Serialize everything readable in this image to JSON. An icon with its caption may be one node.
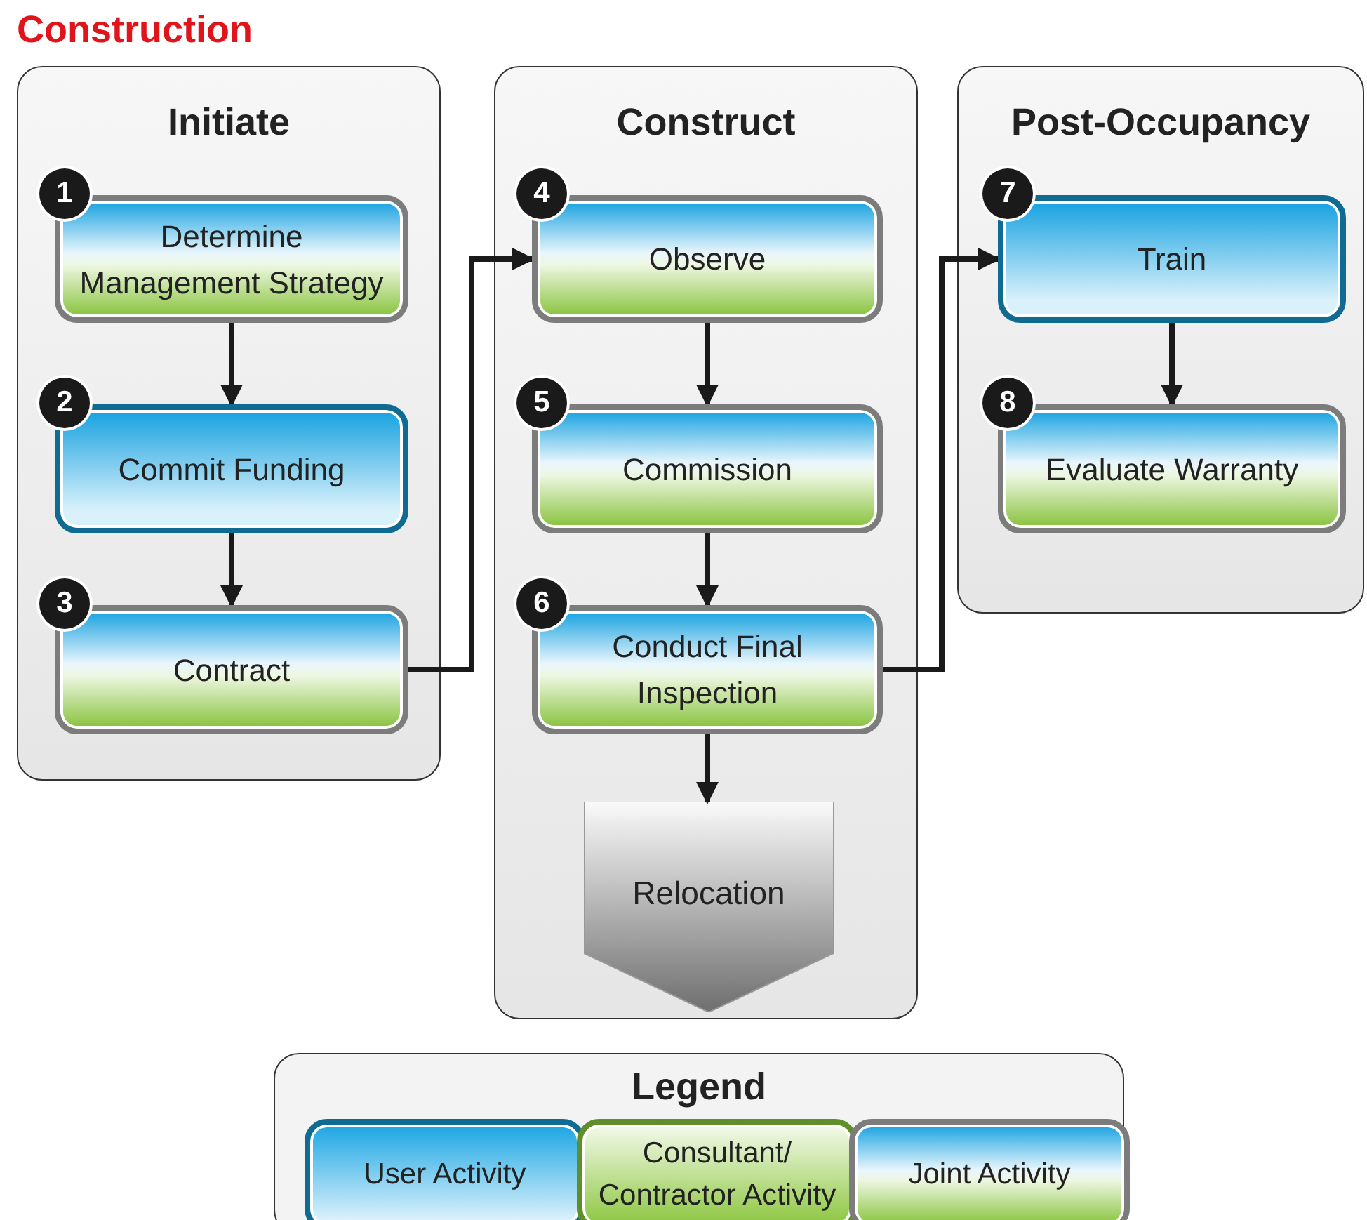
{
  "diagram": {
    "title": "Construction",
    "nodes": [
      {
        "text": [
          "Initiate"
        ]
      },
      {
        "text": [
          "1",
          "Determine Management Strategy"
        ],
        "in": 0
      },
      {
        "text": [
          "2",
          "Commit Funding"
        ],
        "in": 0
      },
      {
        "text": [
          "3",
          "Contract"
        ],
        "in": 0
      },
      {
        "text": [
          "Construct"
        ]
      },
      {
        "text": [
          "4",
          "Observe"
        ],
        "in": 4
      },
      {
        "text": [
          "5",
          "Commission"
        ],
        "in": 4
      },
      {
        "text": [
          "6",
          "Conduct Final Inspection"
        ],
        "in": 4
      },
      {
        "text": [
          "Relocation"
        ],
        "in": 4
      },
      {
        "text": [
          "Post-Occupancy"
        ]
      },
      {
        "text": [
          "7",
          "Train"
        ],
        "in": 9
      },
      {
        "text": [
          "8",
          "Evaluate Warranty"
        ],
        "in": 9
      }
    ],
    "edges": [
      {
        "from": 1,
        "to": 2,
        "arrow": "to"
      },
      {
        "from": 2,
        "to": 3,
        "arrow": "to"
      },
      {
        "from": 3,
        "to": 5,
        "arrow": "to"
      },
      {
        "from": 5,
        "to": 6,
        "arrow": "to"
      },
      {
        "from": 6,
        "to": 7,
        "arrow": "to"
      },
      {
        "from": 7,
        "to": 8,
        "arrow": "to"
      },
      {
        "from": 7,
        "to": 10,
        "arrow": "to"
      },
      {
        "from": 10,
        "to": 11,
        "arrow": "to"
      }
    ],
    "labels": [
      "Legend"
    ],
    "legend": [
      {
        "text": "User Activity",
        "color": "#1ba6e3"
      },
      {
        "text": "Consultant/ Contractor Activity",
        "color": "#8cc63f"
      },
      {
        "text": "Joint Activity"
      }
    ]
  }
}
